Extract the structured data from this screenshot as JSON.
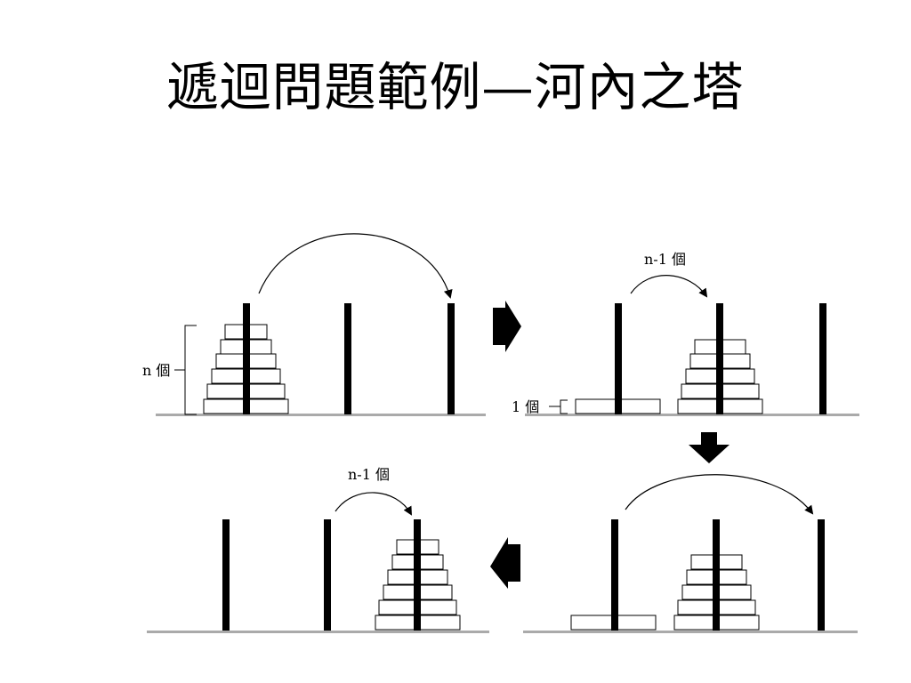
{
  "title": "遞迴問題範例—河內之塔",
  "labels": {
    "n_disks": "n 個",
    "one_disk": "1 個",
    "n_minus_1_top": "n-1 個",
    "n_minus_1_bottom": "n-1 個"
  },
  "colors": {
    "peg": "#000000",
    "disk_fill": "#ffffff",
    "disk_stroke": "#000000",
    "base": "#aaaaaa",
    "background": "#ffffff"
  },
  "panels": [
    {
      "step": 1,
      "stack_peg": "left",
      "stack_disks": 6,
      "single_disk": false
    },
    {
      "step": 2,
      "stack_peg": "middle",
      "stack_disks": 5,
      "single_disk": true
    },
    {
      "step": 3,
      "stack_peg": "middle",
      "stack_disks": 5,
      "single_disk": true
    },
    {
      "step": 4,
      "stack_peg": "right",
      "stack_disks": 6,
      "single_disk": false
    }
  ],
  "step_arrows": [
    "right-arrow",
    "down-arrow",
    "left-arrow"
  ]
}
